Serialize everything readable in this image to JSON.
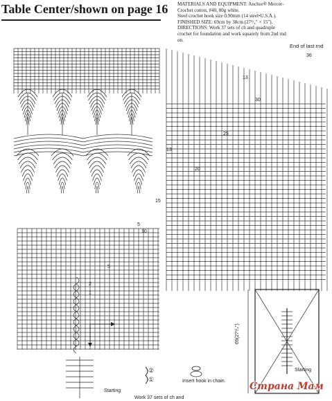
{
  "header": {
    "title": "Table Center/shown on page 16"
  },
  "materials": {
    "line1": "MATERIALS AND EQUIPMENT: Anchor® Mercer-",
    "line2": "Crochet cotton, #40, 80g white.",
    "line3": "Steel crochet hook size 0.90mm (14 steel•U.S.A.).",
    "line4": "FINISHED SIZE: 69cm by 38cm (27¹/₄\" × 15\").",
    "line5": "DIRECTIONS: Work 37 sets of ch and quadruple",
    "line6": "crochet for foundation and work squarely from 2nd rnd",
    "line7": "on."
  },
  "chart_labels": {
    "end_of_last": "End of last rnd",
    "r36": "36",
    "r13": "13",
    "r30": "30",
    "r25": "25",
    "r13b": "13",
    "r20": "20",
    "r15": "15",
    "r10": "10",
    "r5": "5",
    "r5b": "5",
    "r2": "2",
    "r1": "1",
    "dimension": "69(27¹/₄\")",
    "starting_small": "Starting",
    "starting_main": "Starting",
    "circle2": "②",
    "circle1": "①",
    "insert_hook": "Insert hook in chain.",
    "work_sets": "Work 37 sets of ch and"
  },
  "watermark": "Страна Мам"
}
